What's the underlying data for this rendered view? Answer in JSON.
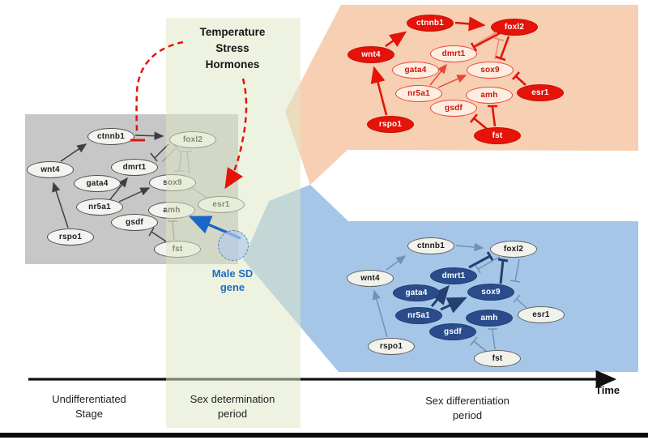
{
  "figure": {
    "title_lines": [
      "Temperature",
      "Stress",
      "Hormones"
    ],
    "male_sd_label": {
      "line1": "Male SD",
      "line2": "gene"
    },
    "time_label": "Time",
    "stages": [
      {
        "line1": "Undifferentiated",
        "line2": "Stage"
      },
      {
        "line1": "Sex determination",
        "line2": "period"
      },
      {
        "line1": "Sex differentiation",
        "line2": "period"
      }
    ]
  },
  "genes": {
    "ctnnb1": "ctnnb1",
    "wnt4": "wnt4",
    "dmrt1": "dmrt1",
    "foxl2": "foxl2",
    "gata4": "gata4",
    "sox9": "sox9",
    "nr5a1": "nr5a1",
    "amh": "amh",
    "esr1": "esr1",
    "gsdf": "gsdf",
    "rspo1": "rspo1",
    "fst": "fst"
  },
  "panels": {
    "undifferentiated": {
      "style": "neutral gray network, all genes inactive"
    },
    "female_differentiation": {
      "active_genes": [
        "wnt4",
        "ctnnb1",
        "foxl2",
        "esr1",
        "rspo1",
        "fst"
      ]
    },
    "male_differentiation": {
      "active_genes": [
        "dmrt1",
        "sox9",
        "gata4",
        "nr5a1",
        "amh",
        "gsdf"
      ]
    }
  },
  "colors": {
    "female_active": "#e51309",
    "female_panel_bg": "#f7cfb2",
    "male_active": "#2b4c8c",
    "male_panel_bg": "#a6c6e8",
    "undiff_panel_bg": "#c7c7c7",
    "determination_band": "#e9efdc",
    "sd_gene_blue": "#1a6fc4"
  }
}
